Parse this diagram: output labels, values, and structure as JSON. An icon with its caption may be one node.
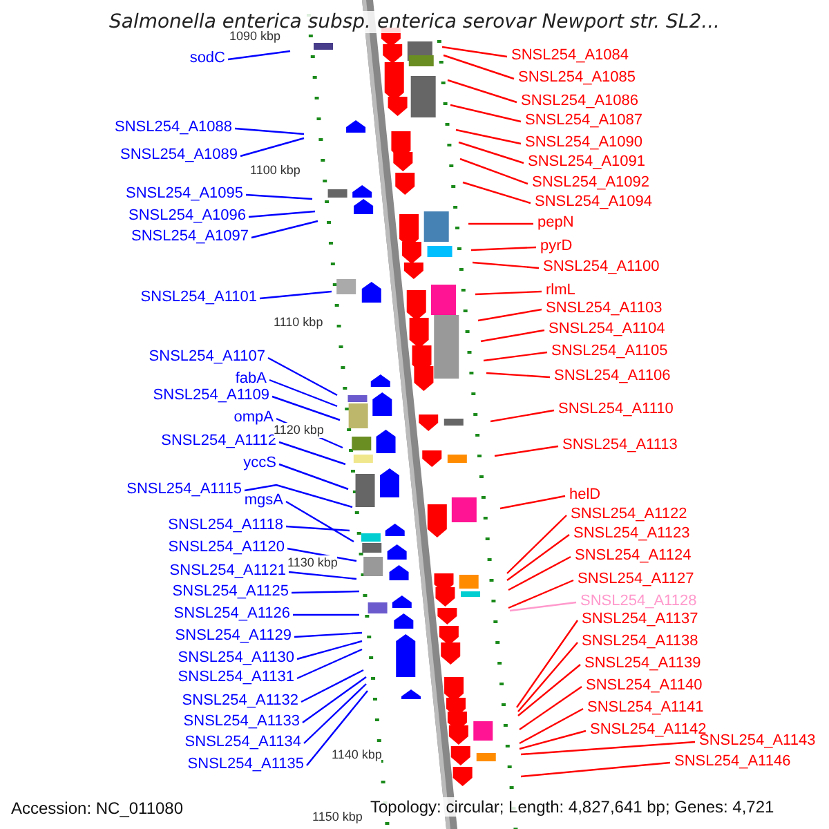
{
  "diagram": {
    "title": "Salmonella enterica subsp. enterica serovar Newport str. SL2...",
    "nodes": [
      {
        "text": [
          "sodC"
        ]
      },
      {
        "text": [
          "SNSL254_A1088"
        ]
      },
      {
        "text": [
          "SNSL254_A1089"
        ]
      },
      {
        "text": [
          "SNSL254_A1095"
        ]
      },
      {
        "text": [
          "SNSL254_A1096"
        ]
      },
      {
        "text": [
          "SNSL254_A1097"
        ]
      },
      {
        "text": [
          "SNSL254_A1101"
        ]
      },
      {
        "text": [
          "SNSL254_A1107"
        ]
      },
      {
        "text": [
          "fabA"
        ]
      },
      {
        "text": [
          "SNSL254_A1109"
        ]
      },
      {
        "text": [
          "ompA"
        ]
      },
      {
        "text": [
          "SNSL254_A1112"
        ]
      },
      {
        "text": [
          "yccS"
        ]
      },
      {
        "text": [
          "SNSL254_A1115"
        ]
      },
      {
        "text": [
          "mgsA"
        ]
      },
      {
        "text": [
          "SNSL254_A1118"
        ]
      },
      {
        "text": [
          "SNSL254_A1120"
        ]
      },
      {
        "text": [
          "SNSL254_A1121"
        ]
      },
      {
        "text": [
          "SNSL254_A1125"
        ]
      },
      {
        "text": [
          "SNSL254_A1126"
        ]
      },
      {
        "text": [
          "SNSL254_A1129"
        ]
      },
      {
        "text": [
          "SNSL254_A1130"
        ]
      },
      {
        "text": [
          "SNSL254_A1131"
        ]
      },
      {
        "text": [
          "SNSL254_A1132"
        ]
      },
      {
        "text": [
          "SNSL254_A1133"
        ]
      },
      {
        "text": [
          "SNSL254_A1134"
        ]
      },
      {
        "text": [
          "SNSL254_A1135"
        ]
      },
      {
        "text": [
          "SNSL254_A1084"
        ]
      },
      {
        "text": [
          "SNSL254_A1085"
        ]
      },
      {
        "text": [
          "SNSL254_A1086"
        ]
      },
      {
        "text": [
          "SNSL254_A1087"
        ]
      },
      {
        "text": [
          "SNSL254_A1090"
        ]
      },
      {
        "text": [
          "SNSL254_A1091"
        ]
      },
      {
        "text": [
          "SNSL254_A1092"
        ]
      },
      {
        "text": [
          "SNSL254_A1094"
        ]
      },
      {
        "text": [
          "pepN"
        ]
      },
      {
        "text": [
          "pyrD"
        ]
      },
      {
        "text": [
          "SNSL254_A1100"
        ]
      },
      {
        "text": [
          "rlmL"
        ]
      },
      {
        "text": [
          "SNSL254_A1103"
        ]
      },
      {
        "text": [
          "SNSL254_A1104"
        ]
      },
      {
        "text": [
          "SNSL254_A1105"
        ]
      },
      {
        "text": [
          "SNSL254_A1106"
        ]
      },
      {
        "text": [
          "SNSL254_A1110"
        ]
      },
      {
        "text": [
          "SNSL254_A1113"
        ]
      },
      {
        "text": [
          "helD"
        ]
      },
      {
        "text": [
          "SNSL254_A1122"
        ]
      },
      {
        "text": [
          "SNSL254_A1123"
        ]
      },
      {
        "text": [
          "SNSL254_A1124"
        ]
      },
      {
        "text": [
          "SNSL254_A1127"
        ]
      },
      {
        "text": [
          "SNSL254_A1128"
        ]
      },
      {
        "text": [
          "SNSL254_A1137"
        ]
      },
      {
        "text": [
          "SNSL254_A1138"
        ]
      },
      {
        "text": [
          "SNSL254_A1139"
        ]
      },
      {
        "text": [
          "SNSL254_A1140"
        ]
      },
      {
        "text": [
          "SNSL254_A1141"
        ]
      },
      {
        "text": [
          "SNSL254_A1142"
        ]
      },
      {
        "text": [
          "SNSL254_A1143"
        ]
      },
      {
        "text": [
          "SNSL254_A1146"
        ]
      }
    ],
    "edges": [
      {
        "from": 0,
        "to": null,
        "arrow": "none",
        "color": "#0000ff"
      },
      {
        "from": 1,
        "to": null,
        "arrow": "none",
        "color": "#0000ff"
      },
      {
        "from": 2,
        "to": null,
        "arrow": "none",
        "color": "#0000ff"
      },
      {
        "from": 3,
        "to": null,
        "arrow": "none",
        "color": "#0000ff"
      },
      {
        "from": 4,
        "to": null,
        "arrow": "none",
        "color": "#0000ff"
      },
      {
        "from": 5,
        "to": null,
        "arrow": "none",
        "color": "#0000ff"
      },
      {
        "from": 6,
        "to": null,
        "arrow": "none",
        "color": "#0000ff"
      },
      {
        "from": 7,
        "to": null,
        "arrow": "none",
        "color": "#0000ff"
      },
      {
        "from": 8,
        "to": null,
        "arrow": "none",
        "color": "#0000ff"
      },
      {
        "from": 9,
        "to": null,
        "arrow": "none",
        "color": "#0000ff"
      },
      {
        "from": 10,
        "to": null,
        "arrow": "none",
        "color": "#0000ff"
      },
      {
        "from": 11,
        "to": null,
        "arrow": "none",
        "color": "#0000ff"
      },
      {
        "from": 12,
        "to": null,
        "arrow": "none",
        "color": "#0000ff"
      },
      {
        "from": 13,
        "to": null,
        "arrow": "none",
        "color": "#0000ff"
      },
      {
        "from": 14,
        "to": null,
        "arrow": "none",
        "color": "#0000ff"
      },
      {
        "from": 15,
        "to": null,
        "arrow": "none",
        "color": "#0000ff"
      },
      {
        "from": 16,
        "to": null,
        "arrow": "none",
        "color": "#0000ff"
      },
      {
        "from": 17,
        "to": null,
        "arrow": "none",
        "color": "#0000ff"
      },
      {
        "from": 18,
        "to": null,
        "arrow": "none",
        "color": "#0000ff"
      },
      {
        "from": 19,
        "to": null,
        "arrow": "none",
        "color": "#0000ff"
      },
      {
        "from": 20,
        "to": null,
        "arrow": "none",
        "color": "#0000ff"
      },
      {
        "from": 21,
        "to": null,
        "arrow": "none",
        "color": "#0000ff"
      },
      {
        "from": 22,
        "to": null,
        "arrow": "none",
        "color": "#0000ff"
      },
      {
        "from": 23,
        "to": null,
        "arrow": "none",
        "color": "#0000ff"
      },
      {
        "from": 24,
        "to": null,
        "arrow": "none",
        "color": "#0000ff"
      },
      {
        "from": 25,
        "to": null,
        "arrow": "none",
        "color": "#0000ff"
      },
      {
        "from": 26,
        "to": null,
        "arrow": "none",
        "color": "#0000ff"
      },
      {
        "from": 27,
        "to": null,
        "arrow": "none"
      },
      {
        "from": 28,
        "to": null,
        "arrow": "none"
      },
      {
        "from": 29,
        "to": null,
        "arrow": "none"
      },
      {
        "from": 30,
        "to": null,
        "arrow": "none"
      },
      {
        "from": 31,
        "to": null,
        "arrow": "none"
      },
      {
        "from": 32,
        "to": null,
        "arrow": "none"
      },
      {
        "from": 33,
        "to": null,
        "arrow": "none"
      },
      {
        "from": 34,
        "to": null,
        "arrow": "none"
      },
      {
        "from": 35,
        "to": null,
        "arrow": "none"
      },
      {
        "from": 36,
        "to": null,
        "arrow": "none"
      },
      {
        "from": 37,
        "to": null,
        "arrow": "none"
      },
      {
        "from": 38,
        "to": null,
        "arrow": "none"
      },
      {
        "from": 39,
        "to": null,
        "arrow": "none"
      },
      {
        "from": 40,
        "to": null,
        "arrow": "none"
      },
      {
        "from": 41,
        "to": null,
        "arrow": "none"
      },
      {
        "from": 42,
        "to": null,
        "arrow": "none"
      },
      {
        "from": 43,
        "to": null,
        "arrow": "none"
      },
      {
        "from": 44,
        "to": null,
        "arrow": "none"
      },
      {
        "from": 45,
        "to": null,
        "arrow": "none"
      },
      {
        "from": 46,
        "to": null,
        "arrow": "none"
      },
      {
        "from": 47,
        "to": null,
        "arrow": "none"
      },
      {
        "from": 48,
        "to": null,
        "arrow": "none"
      },
      {
        "from": 49,
        "to": null,
        "arrow": "none"
      },
      {
        "from": 50,
        "to": null,
        "arrow": "none",
        "color": "#ff99cc"
      },
      {
        "from": 51,
        "to": null,
        "arrow": "none"
      },
      {
        "from": 52,
        "to": null,
        "arrow": "none"
      },
      {
        "from": 53,
        "to": null,
        "arrow": "none"
      },
      {
        "from": 54,
        "to": null,
        "arrow": "none"
      },
      {
        "from": 55,
        "to": null,
        "arrow": "none"
      },
      {
        "from": 56,
        "to": null,
        "arrow": "none"
      },
      {
        "from": 57,
        "to": null,
        "arrow": "none"
      },
      {
        "from": 58,
        "to": null,
        "arrow": "none"
      }
    ],
    "labels": [
      "1090 kbp",
      "1100 kbp",
      "1110 kbp",
      "1120 kbp",
      "1130 kbp",
      "1140 kbp",
      "Accession: NC_011080",
      "1150 kbp",
      "Topology: circular; Length: 4,827,641 bp; Genes: 4,721"
    ]
  }
}
